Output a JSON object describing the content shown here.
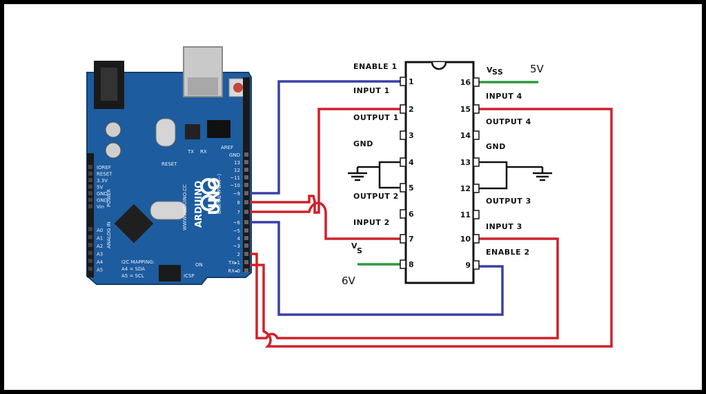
{
  "ic": {
    "pins_left": [
      {
        "num": "1",
        "label": "ENABLE 1"
      },
      {
        "num": "2",
        "label": "INPUT 1"
      },
      {
        "num": "3",
        "label": "OUTPUT 1"
      },
      {
        "num": "4",
        "label": "GND"
      },
      {
        "num": "5",
        "label": ""
      },
      {
        "num": "6",
        "label": "OUTPUT 2"
      },
      {
        "num": "7",
        "label": "INPUT 2"
      },
      {
        "num": "8",
        "label": ""
      }
    ],
    "pins_right": [
      {
        "num": "16",
        "label": ""
      },
      {
        "num": "15",
        "label": "INPUT 4"
      },
      {
        "num": "14",
        "label": "OUTPUT 4"
      },
      {
        "num": "13",
        "label": "GND"
      },
      {
        "num": "12",
        "label": ""
      },
      {
        "num": "11",
        "label": "OUTPUT 3"
      },
      {
        "num": "10",
        "label": "INPUT 3"
      },
      {
        "num": "9",
        "label": "ENABLE 2"
      }
    ],
    "vss_label": "V",
    "vss_sub": "SS",
    "vs_label": "V",
    "vs_sub": "S",
    "vss_voltage": "5V",
    "vs_voltage": "6V"
  },
  "board": {
    "brand": "ARDUINO",
    "model": "UNO",
    "url": "WWW.ARDUINO.CC",
    "digital_label": "DIGITAL (PWM~)",
    "analog_label": "ANALOG IN",
    "power_label": "POWER",
    "i2c_line1": "I2C MAPPING:",
    "i2c_line2": "A4 = SDA",
    "i2c_line3": "A5 = SCL",
    "reset_label": "RESET",
    "icsp_label": "ICSP",
    "on_label": "ON",
    "aref_label": "AREF",
    "tx_label": "TX",
    "rx_label": "RX",
    "power_pins": [
      "IOREF",
      "RESET",
      "3.3V",
      "5V",
      "GND",
      "GND",
      "Vin"
    ],
    "analog_pins": [
      "A0",
      "A1",
      "A2",
      "A3",
      "A4",
      "A5"
    ],
    "digital_pins": [
      "GND",
      "13",
      "12",
      "~11",
      "~10",
      "~9",
      "8",
      "7",
      "~6",
      "~5",
      "4",
      "~3",
      "2",
      "TX▸1",
      "RX◂0"
    ]
  },
  "colors": {
    "blue_wire": "#3a3fa8",
    "red_wire": "#d0202a",
    "green_wire": "#2c9a3c",
    "board": "#1d5c9e"
  }
}
